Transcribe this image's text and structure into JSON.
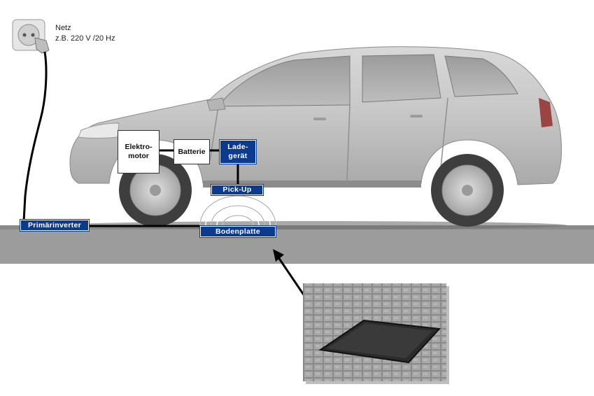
{
  "power": {
    "title": "Netz",
    "spec": "z.B. 220 V /20 Hz"
  },
  "components": {
    "motor": "Elektro-\nmotor",
    "battery": "Batterie",
    "charger": "Lade-\ngerät",
    "pickup": "Pick-Up",
    "inverter": "Primärinverter",
    "baseplate": "Bodenplatte"
  },
  "icons": {
    "outlet": "power-outlet-icon",
    "plug": "plug-icon",
    "car": "car-illustration",
    "arrow": "arrow-icon",
    "photo": "ground-plate-photo"
  },
  "colors": {
    "box_blue": "#0b3a8f",
    "road": "#9a9a9a",
    "car_body": "#c9c9c9"
  }
}
